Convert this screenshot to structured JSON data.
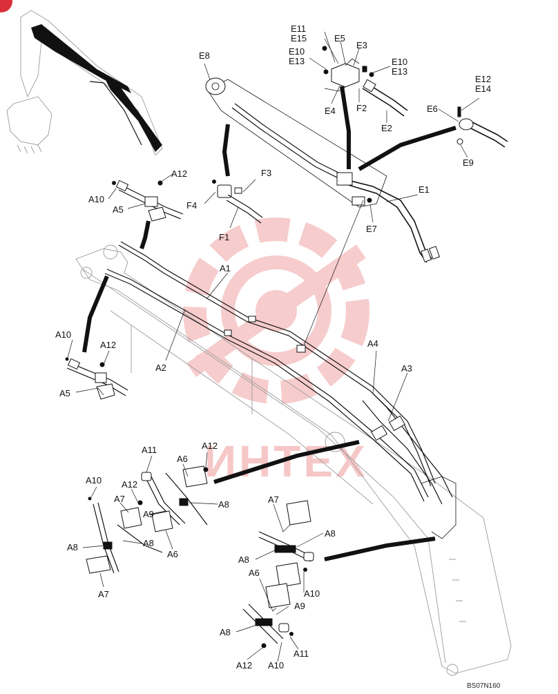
{
  "labels": {
    "E11": "E11",
    "E15": "E15",
    "E5": "E5",
    "E3": "E3",
    "E10": "E10",
    "E13": "E13",
    "E4": "E4",
    "F2": "F2",
    "E2": "E2",
    "E12": "E12",
    "E14": "E14",
    "E6": "E6",
    "E9": "E9",
    "E8": "E8",
    "E7": "E7",
    "E1": "E1",
    "F3": "F3",
    "F4": "F4",
    "F1": "F1",
    "A1": "A1",
    "A2": "A2",
    "A3": "A3",
    "A4": "A4",
    "A5": "A5",
    "A6": "A6",
    "A7": "A7",
    "A8": "A8",
    "A9": "A9",
    "A10": "A10",
    "A11": "A11",
    "A12": "A12"
  },
  "watermark": "ИНТЕХ",
  "drawing_code": "BS07N160",
  "colors": {
    "watermark": "#f6c7c7",
    "badge": "#d9303c",
    "line": "#111111"
  }
}
